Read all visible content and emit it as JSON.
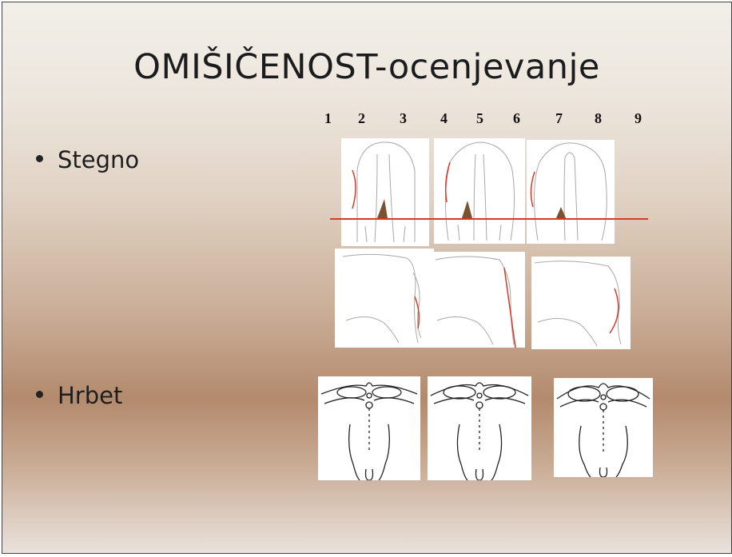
{
  "slide": {
    "title": "OMIŠIČENOST-ocenjevanje",
    "bullets": [
      {
        "label": "Stegno"
      },
      {
        "label": "Hrbet"
      }
    ],
    "scale_numbers": [
      "1",
      "2",
      "3",
      "4",
      "5",
      "6",
      "7",
      "8",
      "9"
    ]
  },
  "colors": {
    "marker": "#7a5230",
    "red_line": "#d83a2a",
    "sketch": "#9a9a9a",
    "outline": "#222222"
  }
}
